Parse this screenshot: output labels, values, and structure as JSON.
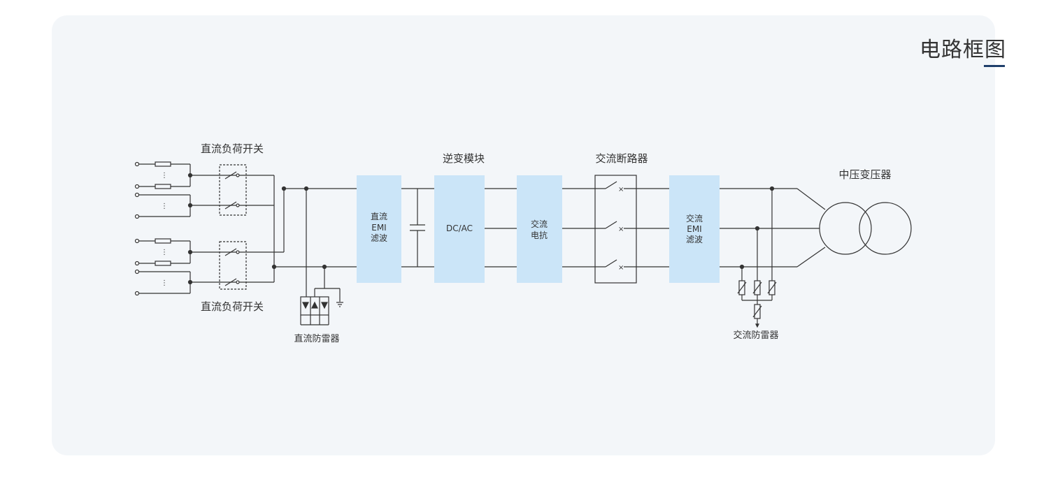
{
  "title": "电路框图",
  "colors": {
    "card_bg": "#f3f6f9",
    "box_fill": "#cbe5f8",
    "line": "#333333",
    "accent": "#1f3f6b"
  },
  "labels": {
    "dc_load_switch_top": "直流负荷开关",
    "dc_load_switch_bottom": "直流负荷开关",
    "inverter_module": "逆变模块",
    "ac_breaker": "交流断路器",
    "mv_transformer": "中压变压器",
    "dc_surge": "直流防雷器",
    "ac_surge": "交流防雷器"
  },
  "blocks": {
    "dc_emi": [
      "直流",
      "EMI",
      "滤波"
    ],
    "dcac": "DC/AC",
    "ac_reactor": [
      "交流",
      "电抗"
    ],
    "ac_emi": [
      "交流",
      "EMI",
      "滤波"
    ]
  }
}
